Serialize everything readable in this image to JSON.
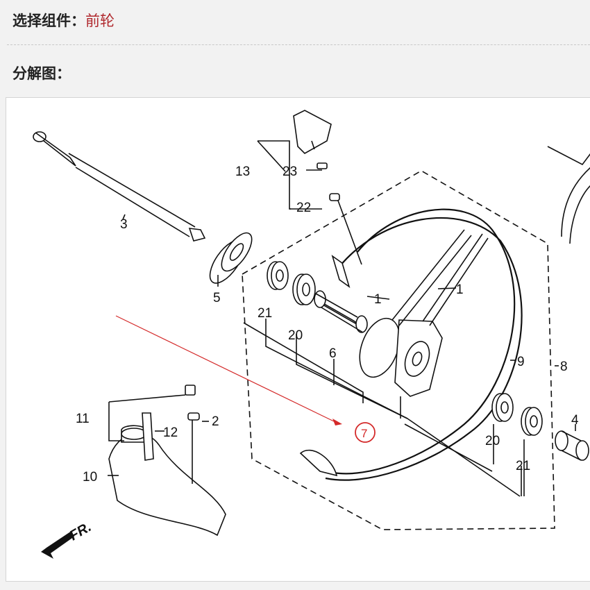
{
  "header": {
    "component_label": "选择组件：",
    "component_value": "前轮",
    "diagram_label": "分解图："
  },
  "diagram": {
    "part_labels": {
      "axle": "3",
      "spacer_left": "5",
      "spoke_a": "1",
      "spoke_b": "1",
      "bearing_l": "21",
      "bearing_l2": "20",
      "collar": "6",
      "highlight": "7",
      "wheel_assy": "8",
      "rim": "9",
      "valve_set": "13",
      "valve_cap": "23",
      "valve_nut": "22",
      "tube_set": "11",
      "tube_cap": "2",
      "tube": "12",
      "tire": "10",
      "bearing_r2": "20",
      "bearing_r": "21",
      "side_collar": "4"
    },
    "front_marker": "FR.",
    "colors": {
      "highlight": "#d42a2a",
      "arrow": "#d42a2a",
      "line": "#111111"
    }
  }
}
